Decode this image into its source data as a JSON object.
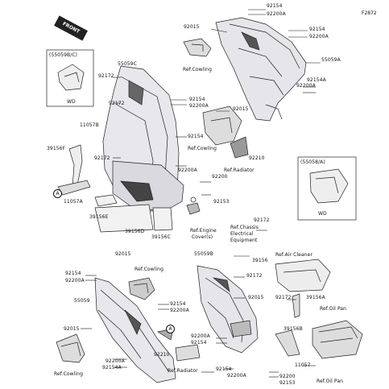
{
  "figure_code": "F2872",
  "front_badge": "FRONT",
  "inset_boxes": {
    "left_top_title": "(55059B/C)",
    "left_top_wd": "WD",
    "right_mid_title": "(55058/A)",
    "right_mid_wd": "WD"
  },
  "circle_marker": "A",
  "labels": {
    "l_92154_top": "92154",
    "l_92200A_top": "92200A",
    "l_92015_top": "92015",
    "l_92154_r1": "92154",
    "l_92200A_r1": "92200A",
    "l_55059A": "55059A",
    "l_55059C": "55059C",
    "l_refcowling_1": "Ref.Cowling",
    "l_92172_a": "92172",
    "l_92172_b": "92172",
    "l_92154_m": "92154",
    "l_92200A_m": "92200A",
    "l_92154A_r": "92154A",
    "l_92200A_r2": "92200A",
    "l_92015_m": "92015",
    "l_11057B": "11057B",
    "l_refcowling_2": "Ref.Cowling",
    "l_39156F": "39156F",
    "l_92172_c": "92172",
    "l_92154_c": "92154",
    "l_92210_m": "92210",
    "l_refradiator_1": "Ref.Radiator",
    "l_92200A_c": "92200A",
    "l_92200_c": "92200",
    "l_11057A": "11057A",
    "l_92153_c": "92153",
    "l_39156E": "39156E",
    "l_refengine_1": "Ref.Engine",
    "l_refengine_2": "Cover(s)",
    "l_39156D": "39156D",
    "l_39156C": "39156C",
    "l_refchassis_1": "Ref.Chassis",
    "l_refchassis_2": "Electrical",
    "l_refchassis_3": "Equipment",
    "l_92172_d": "92172",
    "l_92015_lb": "92015",
    "l_55059B": "55059B",
    "l_refaircleaner": "Ref.Air Cleaner",
    "l_39156_lb": "39156",
    "l_92154_lb": "92154",
    "l_92200A_lb": "92200A",
    "l_refcowling_3": "Ref.Cowling",
    "l_92172_e": "92172",
    "l_55059_lb": "55059",
    "l_92154_lb2": "92154",
    "l_92200A_lb2": "92200A",
    "l_92015_lb2": "92015",
    "l_92172_f": "92172",
    "l_39156A": "39156A",
    "l_refoilpan_1": "Ref.Oil Pan",
    "l_92015_lb3": "92015",
    "l_39156B": "39156B",
    "l_92200A_lb3": "92200A",
    "l_92154_lb3": "92154",
    "l_92210_lb": "92210",
    "l_refradiator_2": "Ref.Radiator",
    "l_92200A_lb4": "92200A",
    "l_92154A_lb": "92154A",
    "l_refcowling_4": "Ref.Cowling",
    "l_92154_lb4": "92154",
    "l_92200A_lb5": "92200A",
    "l_92200_lb": "92200",
    "l_92153_lb": "92153",
    "l_11057_lb": "11057",
    "l_refoilpan_2": "Ref.Oil Pan"
  }
}
